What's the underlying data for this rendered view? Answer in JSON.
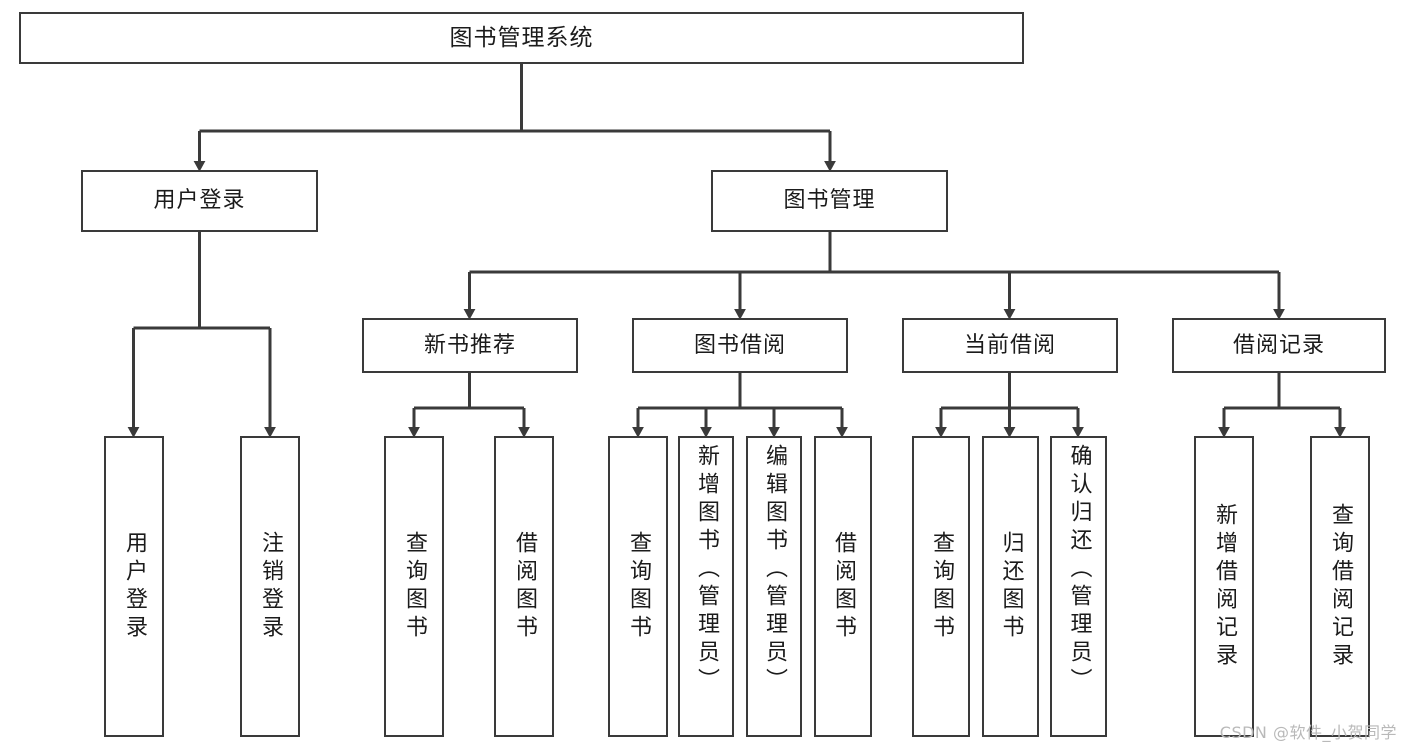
{
  "diagram": {
    "title": "图书管理系统",
    "watermark": "CSDN @软件_小贺同学",
    "stroke_color": "#3a3a3a",
    "text_color": "#1b1b1b",
    "background": "#ffffff",
    "root": {
      "label": "图书管理系统"
    },
    "branches": [
      {
        "id": "user-login",
        "label": "用户登录"
      },
      {
        "id": "book-manage",
        "label": "图书管理"
      }
    ],
    "subbranches": [
      {
        "id": "new-book-rec",
        "label": "新书推荐"
      },
      {
        "id": "book-borrow",
        "label": "图书借阅"
      },
      {
        "id": "current-borrow",
        "label": "当前借阅"
      },
      {
        "id": "borrow-record",
        "label": "借阅记录"
      }
    ],
    "leaves": [
      {
        "id": "leaf-user-login",
        "label": "用户登录"
      },
      {
        "id": "leaf-user-logout",
        "label": "注销登录"
      },
      {
        "id": "leaf-query-book-rec",
        "label": "查询图书"
      },
      {
        "id": "leaf-borrow-book-rec",
        "label": "借阅图书"
      },
      {
        "id": "leaf-query-book-borrow",
        "label": "查询图书"
      },
      {
        "id": "leaf-add-book",
        "label": "新增图书（管理员）"
      },
      {
        "id": "leaf-edit-book",
        "label": "编辑图书（管理员）"
      },
      {
        "id": "leaf-borrow-book",
        "label": "借阅图书"
      },
      {
        "id": "leaf-query-book-current",
        "label": "查询图书"
      },
      {
        "id": "leaf-return-book",
        "label": "归还图书"
      },
      {
        "id": "leaf-confirm-return",
        "label": "确认归还（管理员）"
      },
      {
        "id": "leaf-add-record",
        "label": "新增借阅记录"
      },
      {
        "id": "leaf-query-record",
        "label": "查询借阅记录"
      }
    ]
  }
}
